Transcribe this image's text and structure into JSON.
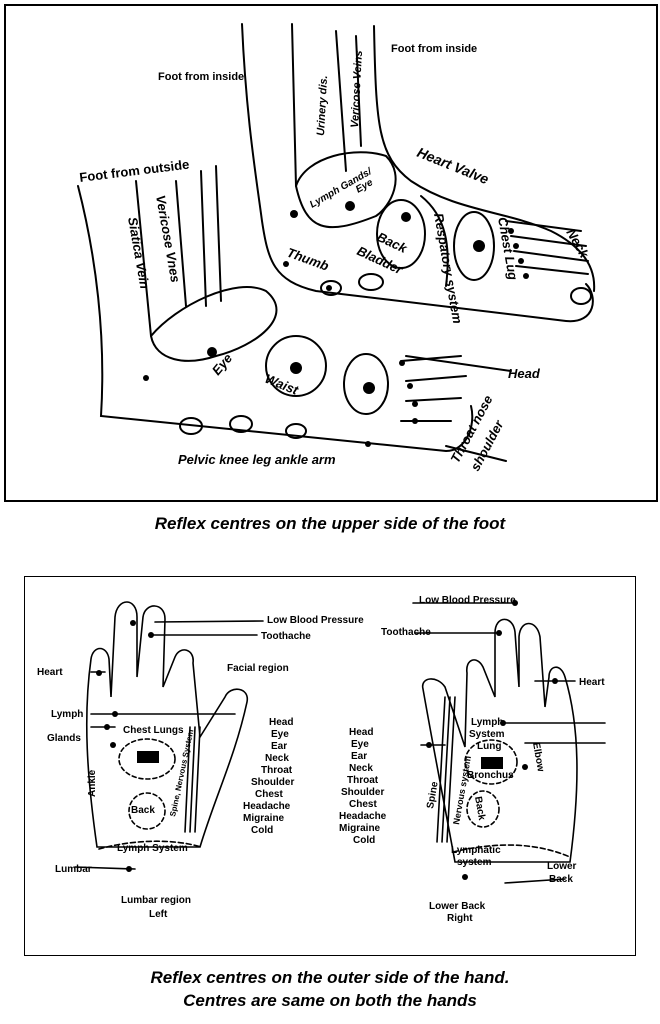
{
  "foot_diagram": {
    "caption": "Reflex centres on the upper side of the foot",
    "labels": {
      "foot_from_inside_1": "Foot from inside",
      "foot_from_inside_2": "Foot from inside",
      "foot_from_outside": "Foot from outside",
      "vericose_veins_upper": "Vericose Veins",
      "urinery_dis": "Urinery dis.",
      "lymph_gands": "Lymph Gands/",
      "eye_upper": "Eye",
      "heart_valve": "Heart Valve",
      "back": "Back",
      "bladder": "Bladder",
      "thumb": "Thumb",
      "respiratory_system": "Respatory system",
      "chest_lug": "Chest Lug",
      "neck": "Neck",
      "vericose_vnes": "Vericose Vnes",
      "siatica_vein": "Siatica Vein",
      "eye_lower": "Eye",
      "waist": "Waist",
      "head": "Head",
      "throat_nose": "Throat nose",
      "shoulder": "shoulder",
      "pelvic": "Pelvic knee leg ankle arm"
    }
  },
  "hand_diagram": {
    "caption_line1": "Reflex centres on the outer side of the hand.",
    "caption_line2": "Centres are same on both the hands",
    "left": {
      "low_blood_pressure": "Low Blood Pressure",
      "toothache": "Toothache",
      "facial_region": "Facial region",
      "heart": "Heart",
      "lymph": "Lymph",
      "chest_lungs": "Chest Lungs",
      "glands": "Glands",
      "ankle": "Ankle",
      "back": "Back",
      "spine": "Spine, Nervous System",
      "lymph_system": "Lymph System",
      "lumbar": "Lumbar",
      "lumbar_region": "Lumbar region",
      "side": "Left"
    },
    "centre_list_left": [
      "Head",
      "Eye",
      "Ear",
      "Neck",
      "Throat",
      "Shoulder",
      "Chest",
      "Headache",
      "Migraine",
      "Cold"
    ],
    "centre_list_right": [
      "Head",
      "Eye",
      "Ear",
      "Neck",
      "Throat",
      "Shoulder",
      "Chest",
      "Headache",
      "Migraine",
      "Cold"
    ],
    "right": {
      "low_blood_pressure": "Low Blood Pressure",
      "toothache": "Toothache",
      "heart": "Heart",
      "lymph_system_1": "Lymph",
      "lymph_system_2": "System",
      "lung": "Lung",
      "bronchus": "Bronchus",
      "elbow": "Elbow",
      "spine": "Spine",
      "nervous_system": "Nervous system",
      "back": "Back",
      "lymphatic_1": "Lymphatic",
      "lymphatic_2": "system",
      "lower_back_1": "Lower",
      "lower_back_2": "Back",
      "lower_back_right_1": "Lower Back",
      "side": "Right"
    }
  }
}
